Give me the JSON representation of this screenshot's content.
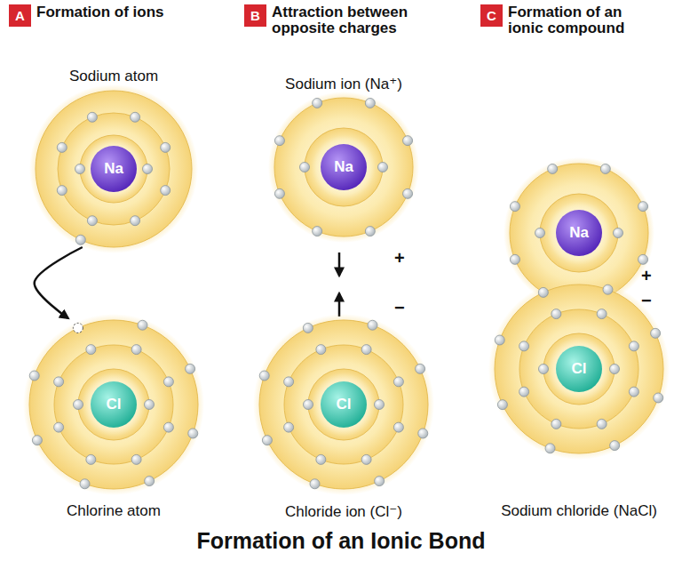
{
  "diagram": {
    "title": "Formation of an Ionic Bond",
    "nodes": [
      {
        "text": [
          "A",
          "Formation of ions"
        ]
      },
      {
        "text": [
          "B",
          "Attraction between opposite charges"
        ]
      },
      {
        "text": [
          "C",
          "Formation of an ionic compound"
        ]
      },
      {
        "text": [
          "Sodium atom",
          "Na"
        ]
      },
      {
        "text": [
          "Cl",
          "Chlorine atom"
        ]
      },
      {
        "text": [
          "Sodium ion (Na⁺)",
          "Na"
        ]
      },
      {
        "text": [
          "Cl",
          "Chloride ion (Cl⁻)"
        ]
      },
      {
        "text": [
          "Na"
        ]
      },
      {
        "text": [
          "Cl",
          "Sodium chloride (NaCl)"
        ]
      }
    ],
    "edges": [
      {
        "from": 3,
        "to": 4,
        "arrow": "to"
      }
    ],
    "labels": [
      "+",
      "−",
      "+",
      "−"
    ]
  }
}
